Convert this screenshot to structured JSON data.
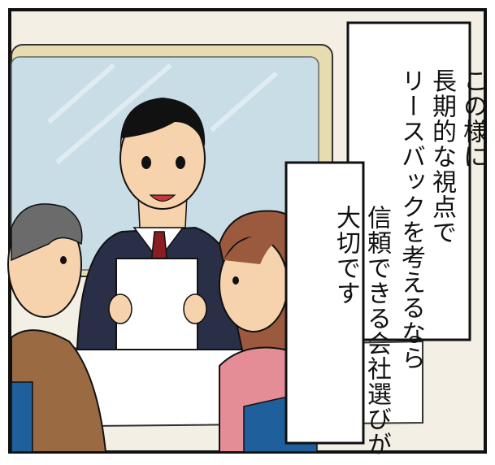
{
  "caption": {
    "upper_lines": [
      "この様に",
      "長期的な視点で",
      "リースバックを考えるなら"
    ],
    "lower_lines": [
      "信頼できる会社選びが",
      "大切です"
    ]
  },
  "colors": {
    "background": "#ffffff",
    "frame": "#111111",
    "wall": "#f3efe4",
    "window_frame": "#e6dcb0",
    "window_glass": "#c9dde6",
    "suit": "#2a2f48",
    "tie": "#8a1d24",
    "skin": "#f6d2ad",
    "man_jacket": "#9a6a43",
    "woman_hair": "#9b5a3e",
    "woman_top": "#e58d96",
    "chair": "#1f5f9c",
    "table": "#ffffff"
  }
}
